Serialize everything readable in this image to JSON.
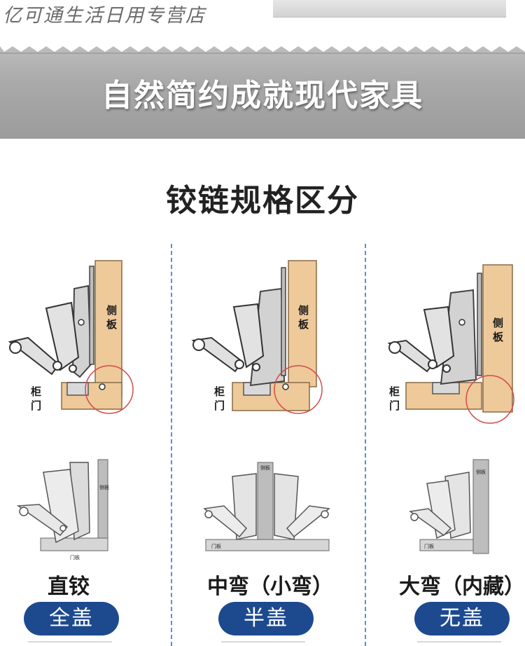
{
  "watermark": "亿可通生活日用专营店",
  "banner": {
    "title": "自然简约成就现代家具"
  },
  "section_title": "铰链规格区分",
  "labels": {
    "side_panel": "侧板",
    "side_top": "侧",
    "side_bottom": "板",
    "door_top": "柜",
    "door_bottom": "门",
    "small_side": "侧板",
    "small_door": "门板"
  },
  "types": [
    {
      "name": "直铰",
      "cover": "全盖"
    },
    {
      "name": "中弯（小弯）",
      "cover": "半盖"
    },
    {
      "name": "大弯（内藏）",
      "cover": "无盖"
    }
  ],
  "colors": {
    "wood": "#eec99a",
    "wood_edge": "#8a6a45",
    "metal": "#c9c9c9",
    "accent_pill": "#1d4a8f",
    "divider": "#5b8fd6",
    "circle": "#d44b4b"
  }
}
